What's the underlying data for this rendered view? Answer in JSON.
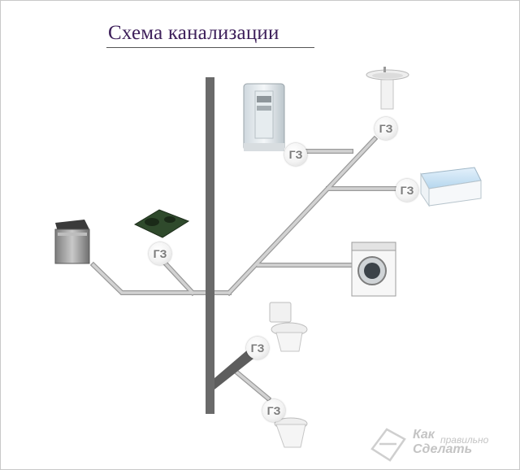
{
  "title": "Схема канализации",
  "nodes": {
    "gz_label": "ГЗ",
    "items": [
      "shower-cabin",
      "washbasin",
      "bathtub",
      "washing-machine",
      "kitchen-sink",
      "dishwasher",
      "toilet",
      "bidet"
    ]
  },
  "watermark": {
    "kak": "Как",
    "pravilno": "правильно",
    "sdelat": "Сделать"
  },
  "colors": {
    "riser": "#6a6a6a",
    "pipe": "#cfcfcf",
    "pipe_edge": "#9a9a9a",
    "title": "#3d1f5a"
  }
}
